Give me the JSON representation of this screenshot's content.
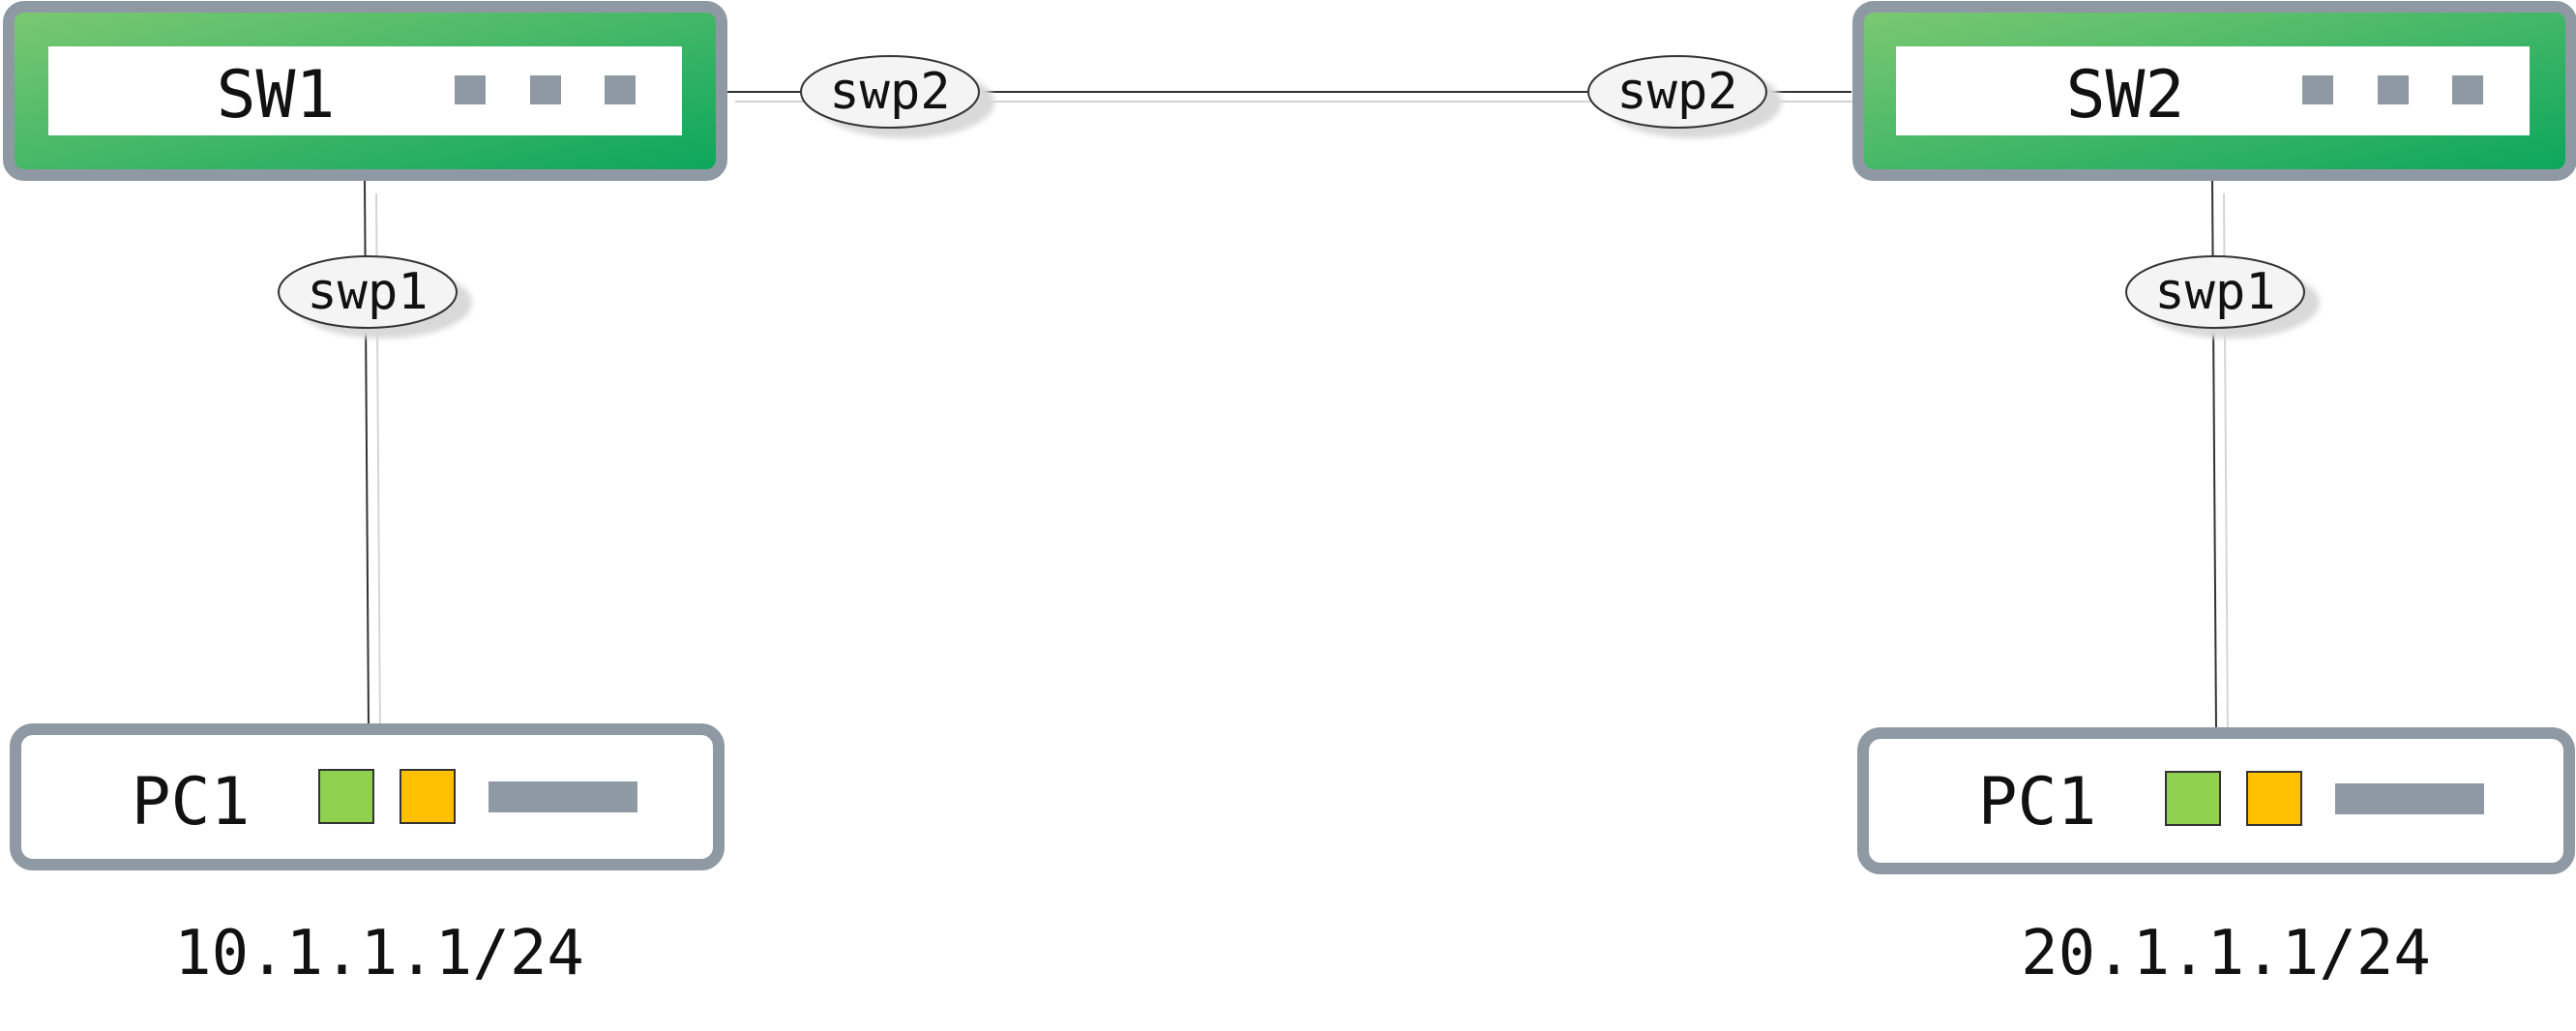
{
  "colors": {
    "switch_gradient_start": "#7dc972",
    "switch_gradient_end": "#0aa65c",
    "device_border": "#8e99a3",
    "led_green": "#8fd14f",
    "led_yellow": "#ffc000",
    "port_gray": "#8e99a3",
    "link_line": "#333333"
  },
  "switches": [
    {
      "label": "SW1"
    },
    {
      "label": "SW2"
    }
  ],
  "hosts": [
    {
      "label": "PC1",
      "ip": "10.1.1.1/24"
    },
    {
      "label": "PC1",
      "ip": "20.1.1.1/24"
    }
  ],
  "ports": {
    "sw1_left": "swp2",
    "sw2_right": "swp2",
    "sw1_down": "swp1",
    "sw2_down": "swp1"
  }
}
